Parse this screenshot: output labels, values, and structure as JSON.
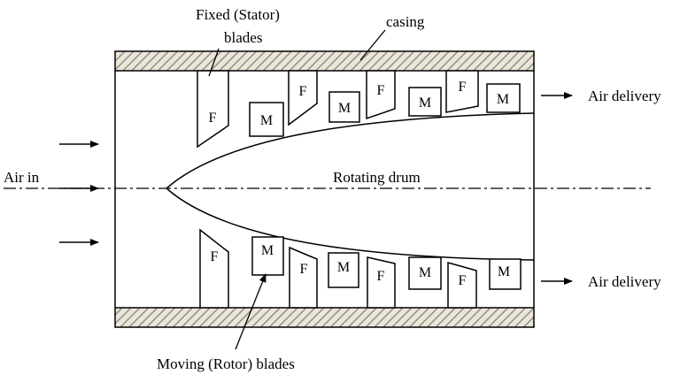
{
  "labels": {
    "stator_line1": "Fixed (Stator)",
    "stator_line2": "blades",
    "casing": "casing",
    "air_in": "Air in",
    "drum": "Rotating drum",
    "delivery_top": "Air delivery",
    "delivery_bottom": "Air delivery",
    "rotor": "Moving (Rotor) blades"
  },
  "blades": {
    "fixed": "F",
    "moving": "M"
  },
  "colors": {
    "line": "#000000",
    "hatch": "#9a9a9a",
    "casing_fill": "#ece6d6"
  }
}
